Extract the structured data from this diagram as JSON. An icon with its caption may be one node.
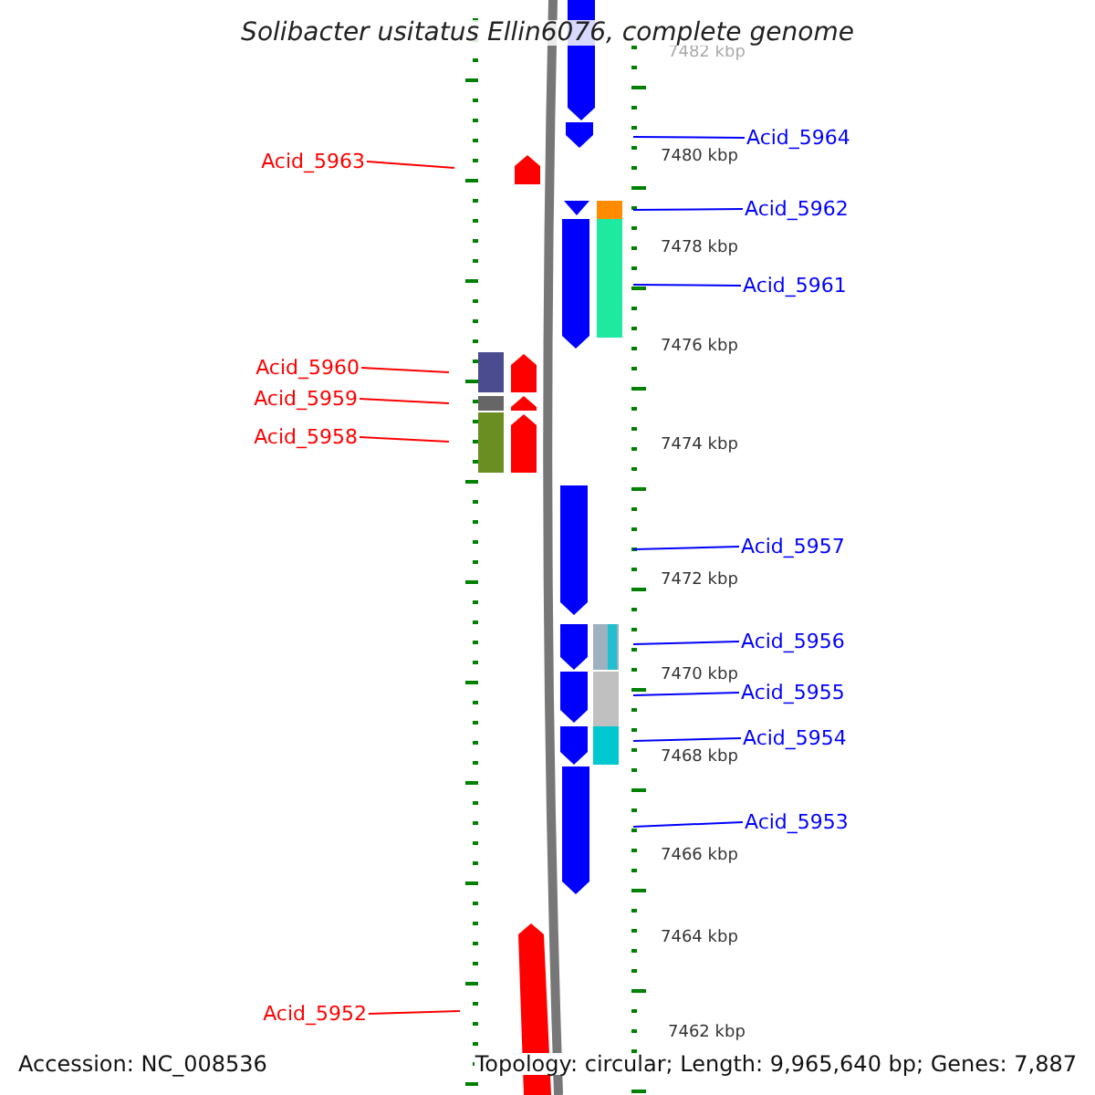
{
  "diagram": {
    "title": "Solibacter usitatus Ellin6076, complete genome",
    "nodes": [
      {
        "text": [
          "Acid_5964"
        ]
      },
      {
        "text": [
          "Acid_5963"
        ]
      },
      {
        "text": [
          "Acid_5962"
        ]
      },
      {
        "text": [
          "Acid_5961"
        ]
      },
      {
        "text": [
          "Acid_5960"
        ]
      },
      {
        "text": [
          "Acid_5959"
        ]
      },
      {
        "text": [
          "Acid_5958"
        ]
      },
      {
        "text": [
          "Acid_5957"
        ]
      },
      {
        "text": [
          "Acid_5956"
        ]
      },
      {
        "text": [
          "Acid_5955"
        ]
      },
      {
        "text": [
          "Acid_5954"
        ]
      },
      {
        "text": [
          "Acid_5953"
        ]
      },
      {
        "text": [
          "Acid_5952"
        ]
      }
    ],
    "edges": [
      {
        "from": 0,
        "to": null,
        "arrow": "none"
      },
      {
        "from": 1,
        "to": null,
        "arrow": "none",
        "color": "#ff0000"
      },
      {
        "from": 2,
        "to": null,
        "arrow": "none"
      },
      {
        "from": 3,
        "to": null,
        "arrow": "none"
      },
      {
        "from": 4,
        "to": null,
        "arrow": "none",
        "color": "#ff0000"
      },
      {
        "from": 5,
        "to": null,
        "arrow": "none",
        "color": "#ff0000"
      },
      {
        "from": 6,
        "to": null,
        "arrow": "none",
        "color": "#ff0000"
      },
      {
        "from": 7,
        "to": null,
        "arrow": "none"
      },
      {
        "from": 8,
        "to": null,
        "arrow": "none"
      },
      {
        "from": 9,
        "to": null,
        "arrow": "none"
      },
      {
        "from": 10,
        "to": null,
        "arrow": "none"
      },
      {
        "from": 11,
        "to": null,
        "arrow": "none"
      },
      {
        "from": 12,
        "to": null,
        "arrow": "none",
        "color": "#ff0000"
      }
    ],
    "labels": [
      "7482 kbp",
      "7480 kbp",
      "7478 kbp",
      "7476 kbp",
      "7474 kbp",
      "7472 kbp",
      "7470 kbp",
      "7468 kbp",
      "7466 kbp",
      "7464 kbp",
      "7462 kbp",
      "Accession: NC_008536",
      "Topology: circular; Length: 9,965,640 bp; Genes: 7,887"
    ]
  }
}
